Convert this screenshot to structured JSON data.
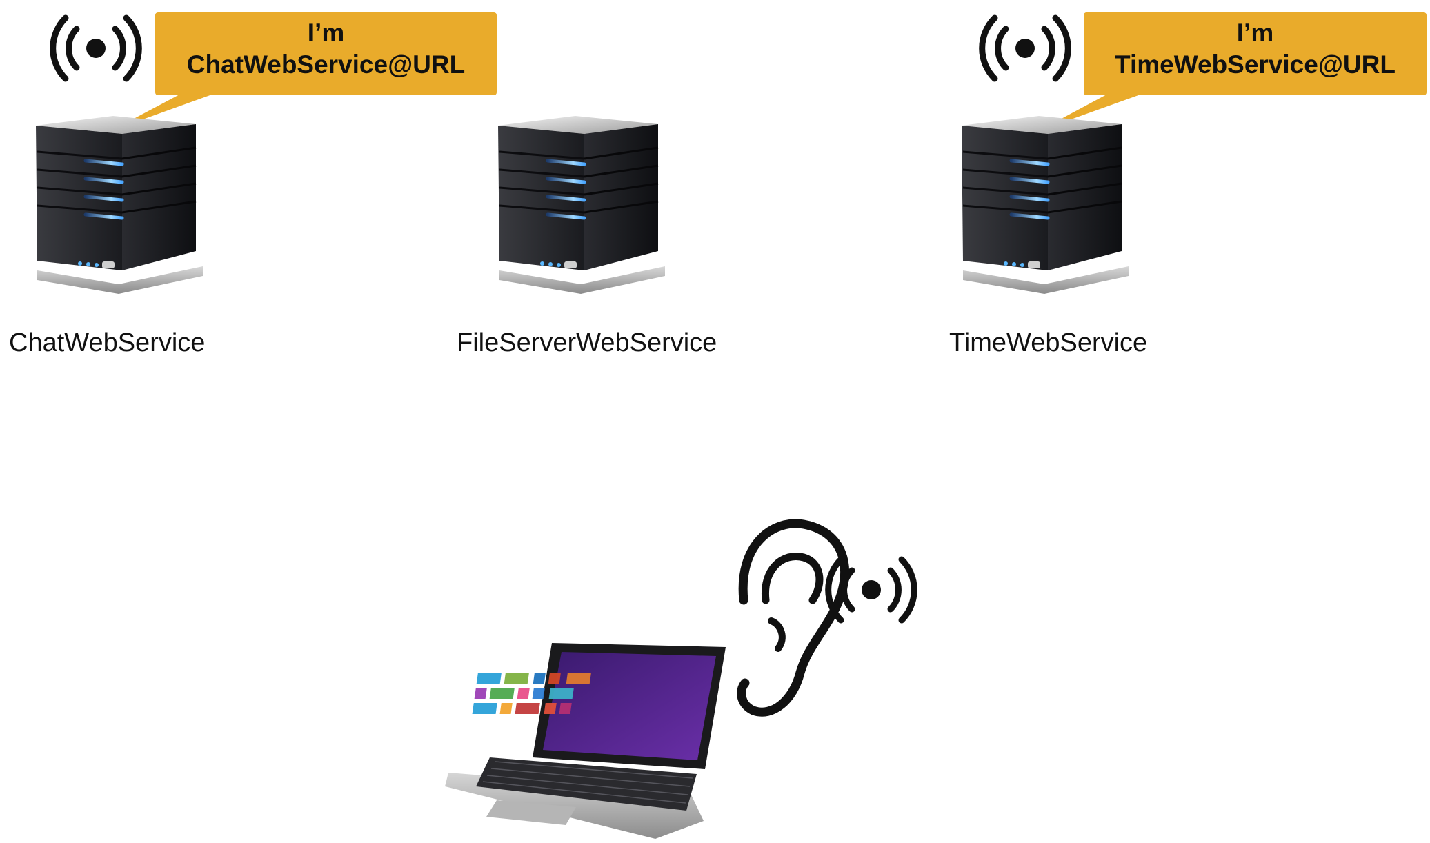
{
  "servers": [
    {
      "name": "ChatWebService",
      "broadcasting": true,
      "bubble": {
        "line1": "I’m",
        "line2": "ChatWebService@URL"
      }
    },
    {
      "name": "FileServerWebService",
      "broadcasting": false
    },
    {
      "name": "TimeWebService",
      "broadcasting": true,
      "bubble": {
        "line1": "I’m",
        "line2": "TimeWebService@URL"
      }
    }
  ],
  "client": {
    "device": "laptop-icon",
    "listening": "ear-icon",
    "signal": "broadcast-icon"
  },
  "colors": {
    "bubble": "#e9ab2b",
    "server_light": "#5ab8ff",
    "server_body": "#1b1c20"
  }
}
